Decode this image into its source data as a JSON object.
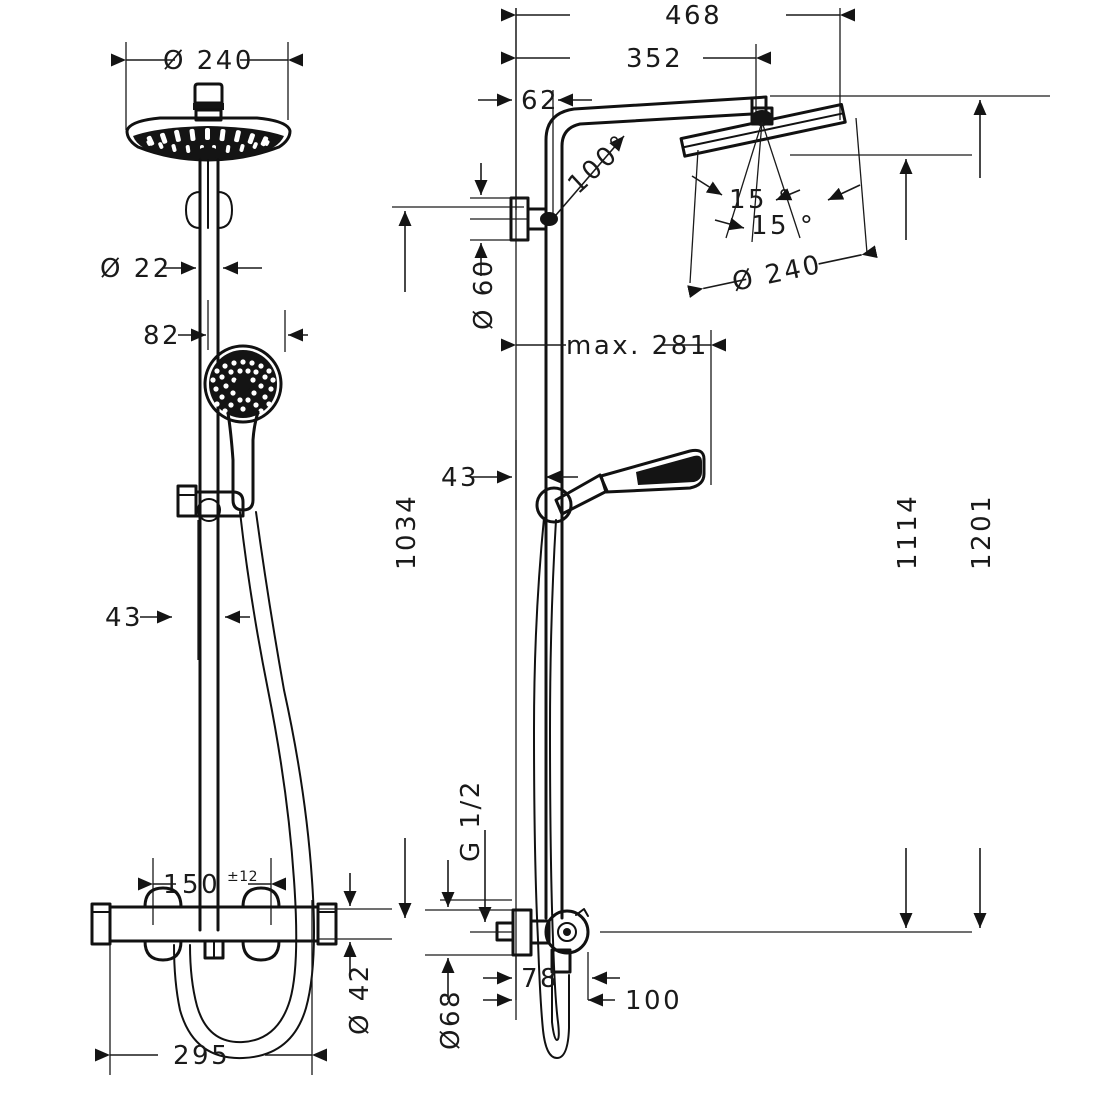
{
  "drawing": {
    "title": "Shower system dimension drawing",
    "units": "mm",
    "line_color": "#141414",
    "background": "#ffffff",
    "views": [
      {
        "name": "front-elevation",
        "label": ""
      },
      {
        "name": "side-elevation",
        "label": ""
      }
    ]
  },
  "dimensions": {
    "front": {
      "overhead_shower_diameter": "Ø 240",
      "riser_pipe_diameter": "Ø 22",
      "handshower_offset": "82",
      "bracket_offset": "43",
      "valve_center_distance": "150",
      "valve_center_tolerance": "±12",
      "valve_body_diameter": "Ø 42",
      "total_projection_depth": "295"
    },
    "side": {
      "total_arm_reach": "468",
      "arm_reach": "352",
      "wall_plate_offset": "62",
      "wall_plate_diameter": "Ø 60",
      "elbow_angle": "100°",
      "spray_angle_left": "15 °",
      "spray_angle_right": "15 °",
      "overhead_shower_diameter": "Ø 240",
      "handshower_max_reach": "max. 281",
      "handshower_bracket_offset": "43",
      "riser_height": "1034",
      "shower_arm_height": "1114",
      "overall_height": "1201",
      "thread_spec": "G 1/2",
      "escutcheon_diameter": "Ø68",
      "valve_depth": "78",
      "hose_outlet_offset": "100"
    }
  }
}
